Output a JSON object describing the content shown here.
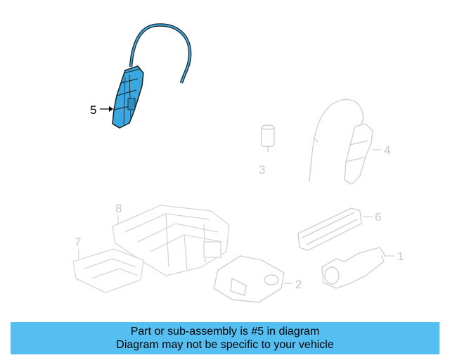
{
  "diagram": {
    "callouts": {
      "c1": "1",
      "c2": "2",
      "c3": "3",
      "c4": "4",
      "c5": "5",
      "c6": "6",
      "c7": "7",
      "c8": "8"
    },
    "highlight_color": "#3aa8e0",
    "faded_color": "#d0d0d0"
  },
  "banner": {
    "line1": "Part or sub-assembly is #5 in diagram",
    "line2": "Diagram may not be specific to your vehicle",
    "background": "#55bff2"
  }
}
